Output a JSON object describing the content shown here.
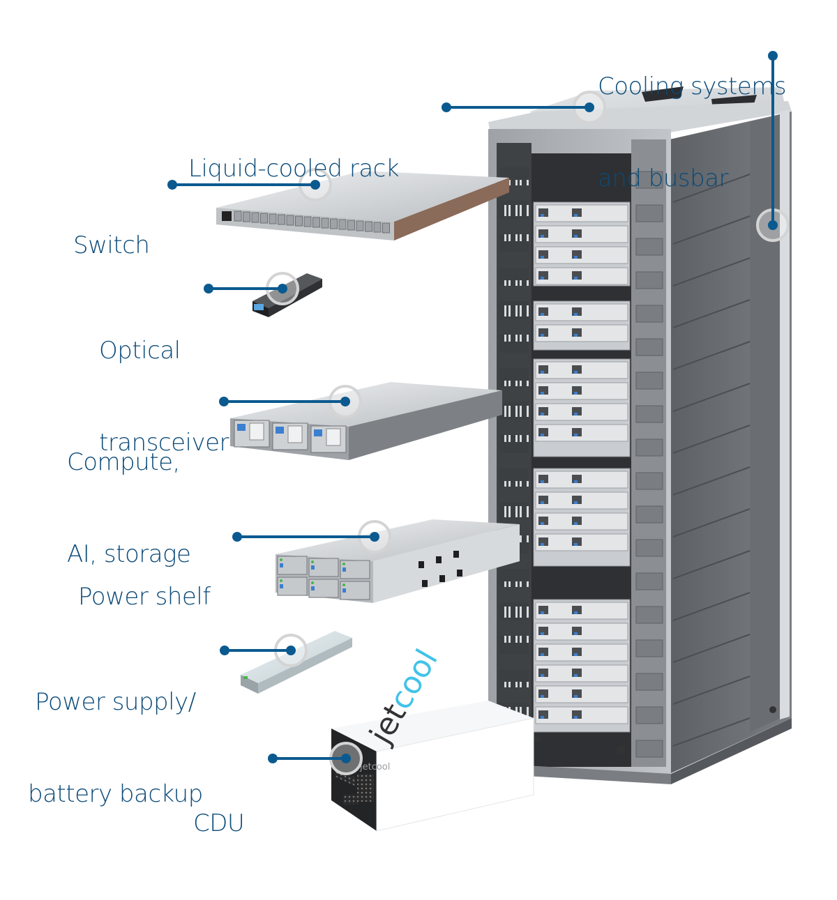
{
  "diagram": {
    "title": "Liquid-cooled AI data center rack components",
    "accent_color": "#0b5a8f",
    "text_color": "#0b4a78",
    "callouts": [
      {
        "id": "cooling-busbar",
        "lines": [
          "Cooling systems",
          "and busbar"
        ]
      },
      {
        "id": "liquid-cooled-rack",
        "lines": [
          "Liquid-cooled rack"
        ]
      },
      {
        "id": "switch",
        "lines": [
          "Switch"
        ]
      },
      {
        "id": "optical-transceiver",
        "lines": [
          "Optical",
          "transceiver"
        ]
      },
      {
        "id": "compute",
        "lines": [
          "Compute,",
          "AI, storage"
        ]
      },
      {
        "id": "power-shelf",
        "lines": [
          "Power shelf"
        ]
      },
      {
        "id": "power-supply",
        "lines": [
          "Power supply/",
          "battery backup"
        ]
      },
      {
        "id": "cdu",
        "lines": [
          "CDU"
        ]
      }
    ],
    "cdu_brand": {
      "prefix": "jet",
      "suffix": "cool",
      "side_text": "jetcool",
      "prefix_color": "#333333",
      "suffix_color": "#41c3e8"
    }
  }
}
